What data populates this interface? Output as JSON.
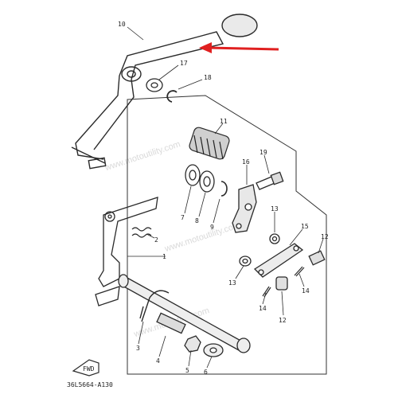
{
  "diagram": {
    "callouts": [
      {
        "id": "c10",
        "text": "10"
      },
      {
        "id": "c17",
        "text": "17"
      },
      {
        "id": "c18",
        "text": "18"
      },
      {
        "id": "c11",
        "text": "11"
      },
      {
        "id": "c19",
        "text": "19"
      },
      {
        "id": "c16",
        "text": "16"
      },
      {
        "id": "c7",
        "text": "7"
      },
      {
        "id": "c8",
        "text": "8"
      },
      {
        "id": "c9",
        "text": "9"
      },
      {
        "id": "c13a",
        "text": "13"
      },
      {
        "id": "c2",
        "text": "2"
      },
      {
        "id": "c1",
        "text": "1"
      },
      {
        "id": "c15",
        "text": "15"
      },
      {
        "id": "c12a",
        "text": "12"
      },
      {
        "id": "c13b",
        "text": "13"
      },
      {
        "id": "c14a",
        "text": "14"
      },
      {
        "id": "c14b",
        "text": "14"
      },
      {
        "id": "c12b",
        "text": "12"
      },
      {
        "id": "c3",
        "text": "3"
      },
      {
        "id": "c4",
        "text": "4"
      },
      {
        "id": "c5",
        "text": "5"
      },
      {
        "id": "c6",
        "text": "6"
      }
    ],
    "watermark": "www.motoutility.com",
    "fwd_label": "FWD",
    "diagram_code": "36L5664-A130",
    "arrow_color": "#e02020",
    "line_color": "#2a2a2a"
  }
}
